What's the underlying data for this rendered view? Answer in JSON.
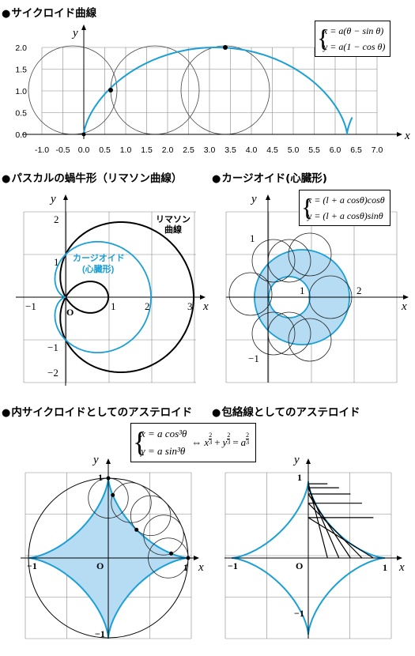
{
  "headings": {
    "cycloid": "サイクロイド曲線",
    "pascal": "パスカルの蝸牛形（リマソン曲線）",
    "cardioid": "カージオイド(心臓形)",
    "hypocycloid": "内サイクロイドとしてのアステロイド",
    "envelope": "包絡線としてのアステロイド"
  },
  "bullet": "●",
  "cycloid": {
    "formula_x": "x = a(θ − sin θ)",
    "formula_y": "y = a(1 − cos θ)",
    "x_axis_label": "x",
    "y_axis_label": "y",
    "x_ticks": [
      "-1.0",
      "-0.5",
      "0.0",
      "0.5",
      "1.0",
      "1.5",
      "2.0",
      "2.5",
      "3.0",
      "3.5",
      "4.0",
      "4.5",
      "5.0",
      "5.5",
      "6.0",
      "6.5",
      "7.0"
    ],
    "y_ticks": [
      "0.0",
      "0.5",
      "1.0",
      "1.5",
      "2.0"
    ],
    "curve_color": "#1a9fd6"
  },
  "pascal": {
    "x_axis_label": "x",
    "y_axis_label": "y",
    "origin_label": "O",
    "x_labels": [
      "−1",
      "1",
      "2",
      "3"
    ],
    "y_labels": [
      "2",
      "1",
      "−1",
      "−2"
    ],
    "limacon_label_1": "リマソン",
    "limacon_label_2": "曲線",
    "cardioid_label_1": "カージオイド",
    "cardioid_label_2": "(心臓形)"
  },
  "cardioid": {
    "formula_x": "x = (l + a cosθ)cosθ",
    "formula_y": "y = (l + a cosθ)sinθ",
    "x_axis_label": "x",
    "y_axis_label": "y",
    "labels": [
      "1",
      "1",
      "2",
      "−1"
    ],
    "fill_color": "#b6dcf3"
  },
  "asteroid": {
    "formula_left_x": "x = a cos³θ",
    "formula_left_y": "y = a sin³θ",
    "formula_right": "⇔ x^(2/3) + y^(2/3) = a^(2/3)",
    "formula_arrow": "⇔",
    "formula_eq_x": "x",
    "formula_eq_y": "y",
    "formula_eq_a": "a",
    "formula_frac_num": "2",
    "formula_frac_den": "3",
    "formula_plus": "+",
    "formula_equals": "=",
    "left_labels": {
      "x": "x",
      "y": "y",
      "O": "O",
      "one_top": "1",
      "one_right": "1",
      "minus_one_left": "−1",
      "minus_one_bottom": "−1"
    },
    "right_labels": {
      "x": "x",
      "y": "y",
      "O": "O",
      "one_top": "1",
      "one_right": "1",
      "minus_one_left": "−1",
      "minus_one_bottom": "−1"
    }
  }
}
